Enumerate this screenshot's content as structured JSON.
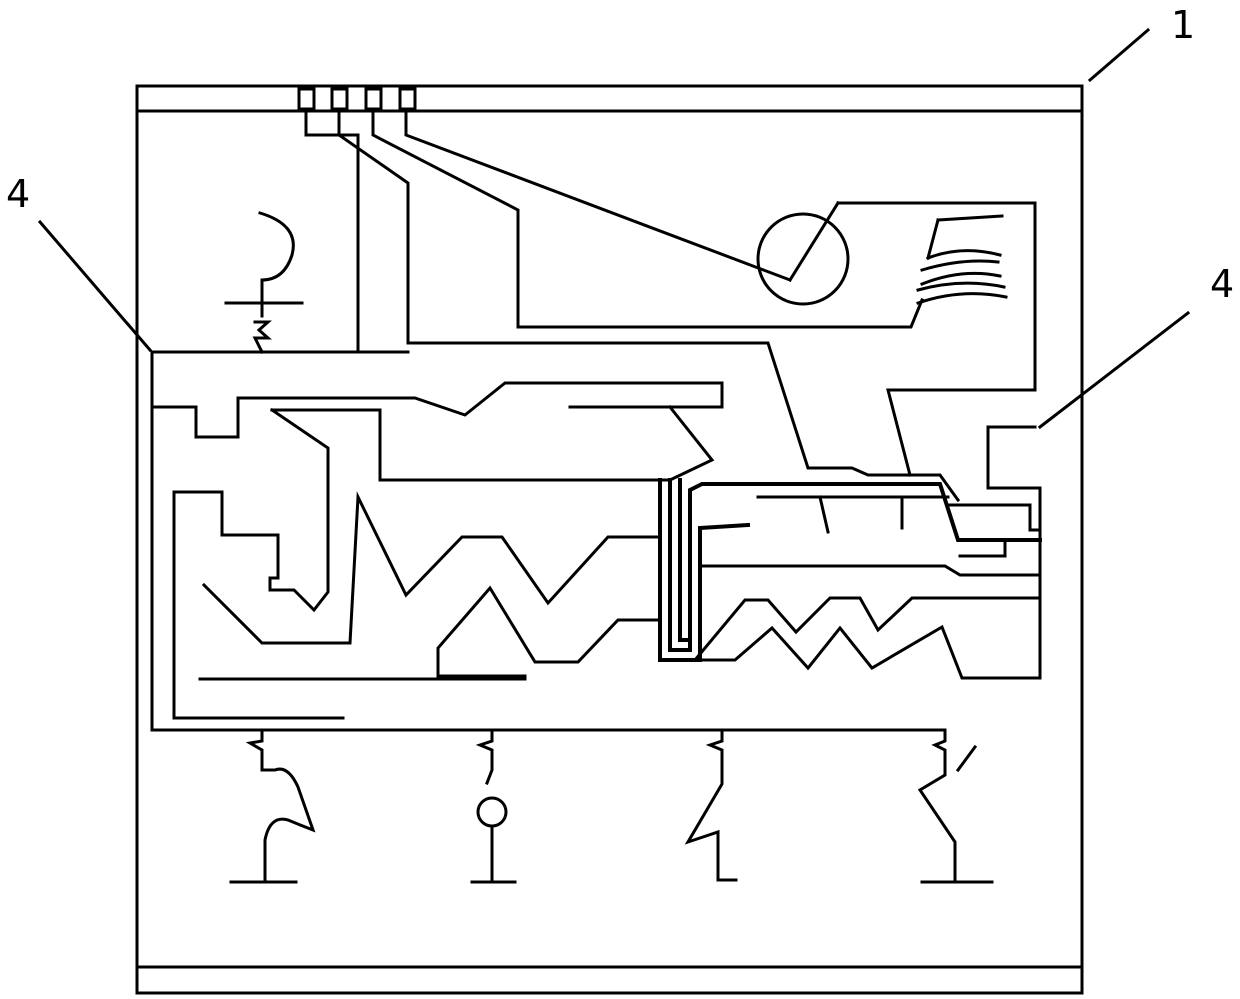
{
  "labels": {
    "enclosure": "1",
    "left_partition": "4",
    "right_partition": "4"
  },
  "colors": {
    "line": "#000000",
    "background": "#ffffff"
  }
}
